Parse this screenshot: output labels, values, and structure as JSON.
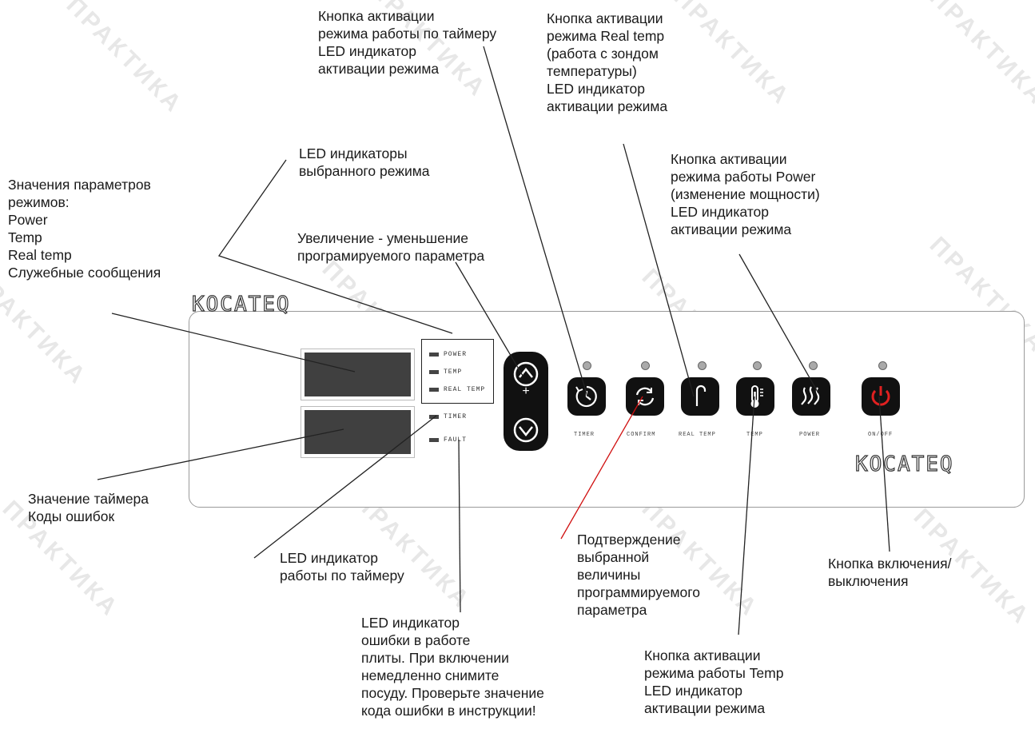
{
  "watermark": "ПРАКТИКА",
  "brand": "KOCATEQ",
  "annotations": {
    "timer_button": "Кнопка активации\nрежима работы по таймеру\nLED индикатор\nактивации режима",
    "realtemp_button": "Кнопка активации\nрежима Real temp\n(работа с зондом\nтемпературы)\nLED индикатор\nактивации режима",
    "led_modes": "LED индикаторы\nвыбранного режима",
    "param_values": "Значения параметров\nрежимов:\nPower\nTemp\nReal temp\nСлужебные сообщения",
    "power_button": "Кнопка активации\nрежима работы Power\n(изменение мощности)\nLED индикатор\nактивации режима",
    "plus_minus": "Увеличение - уменьшение\nпрограмируемого параметра",
    "timer_value": "Значение таймера\nКоды ошибок",
    "led_timer": "LED индикатор\nработы по таймеру",
    "confirm": "Подтверждение\nвыбранной\nвеличины\nпрограммируемого\nпараметра",
    "onoff": "Кнопка включения/\nвыключения",
    "led_fault": "LED индикатор\nошибки в работе\nплиты. При включении\nнемедленно снимите\nпосуду. Проверьте значение\nкода ошибки в инструкции!",
    "temp_button": "Кнопка активации\nрежима работы Temp\nLED индикатор\nактивации режима"
  },
  "panel": {
    "led_labels": [
      "POWER",
      "TEMP",
      "REAL TEMP"
    ],
    "led_timer": "TIMER",
    "led_fault": "FAULT",
    "buttons": [
      {
        "cap": "TIMER",
        "icon": "timer-icon"
      },
      {
        "cap": "CONFIRM",
        "icon": "confirm-icon"
      },
      {
        "cap": "REAL TEMP",
        "icon": "probe-icon"
      },
      {
        "cap": "TEMP",
        "icon": "thermometer-icon"
      },
      {
        "cap": "POWER",
        "icon": "heat-icon"
      },
      {
        "cap": "ON/OFF",
        "icon": "power-icon"
      }
    ],
    "colors": {
      "button": "#111111",
      "onoff_icon": "#e02020",
      "confirm_line": "#d01010"
    }
  }
}
